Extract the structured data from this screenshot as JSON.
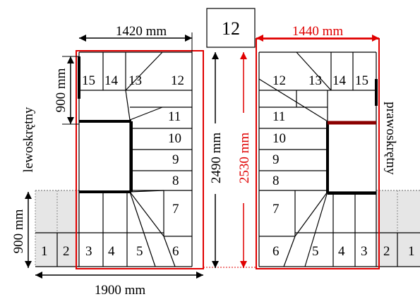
{
  "figure": {
    "badge": "12",
    "left_stair": {
      "width_dim": "1420 mm",
      "landing_dim": "900 mm",
      "corridor_dim": "900 mm",
      "length_dim": "2490 mm",
      "total_width_dim": "1900 mm",
      "direction_label": "lewoskrętny",
      "steps": [
        "1",
        "2",
        "3",
        "4",
        "5",
        "6",
        "7",
        "8",
        "9",
        "10",
        "11",
        "12",
        "13",
        "14",
        "15"
      ]
    },
    "right_stair": {
      "width_dim": "1440 mm",
      "length_dim": "2530 mm",
      "direction_label": "prawoskrętny",
      "steps": [
        "1",
        "2",
        "3",
        "4",
        "5",
        "6",
        "7",
        "8",
        "9",
        "10",
        "11",
        "12",
        "13",
        "14",
        "15"
      ]
    },
    "colors": {
      "outline_red": "#e00000",
      "corridor_fill": "#e6e6e6",
      "handrail_dark_red": "#8b0000"
    }
  }
}
